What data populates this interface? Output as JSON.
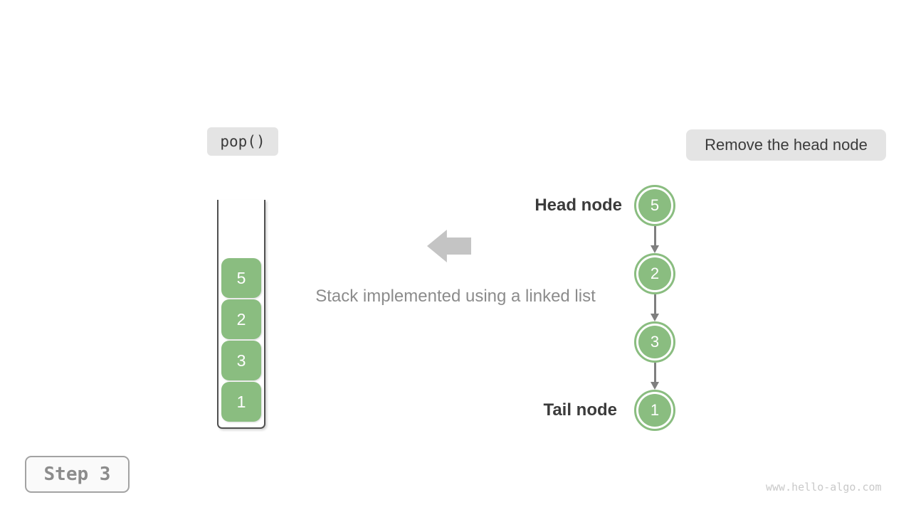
{
  "labels": {
    "operation": "pop()",
    "caption_badge": "Remove the head node",
    "center_caption": "Stack implemented using a linked list",
    "head_label": "Head node",
    "tail_label": "Tail node",
    "step_label": "Step 3",
    "watermark": "www.hello-algo.com"
  },
  "stack": {
    "items_top_to_bottom": [
      "5",
      "2",
      "3",
      "1"
    ]
  },
  "linked_list": {
    "nodes_top_to_bottom": [
      "5",
      "2",
      "3",
      "1"
    ]
  },
  "colors": {
    "node_green": "#8ABD80",
    "badge_bg": "#e4e4e4",
    "dark_text": "#3b3b3b",
    "muted_text": "#8c8c8c",
    "arrow_gray": "#7f7f7f",
    "block_arrow_gray": "#c4c4c4",
    "container_border": "#4f4f4f",
    "step_border": "#a3a3a3",
    "watermark_gray": "#c9c9c9"
  }
}
